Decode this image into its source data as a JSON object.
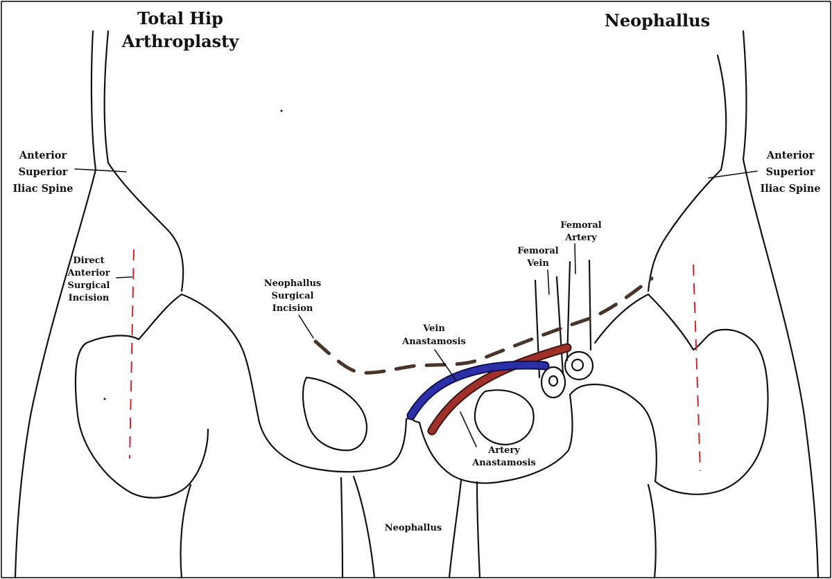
{
  "titles": {
    "left_line1": "Total Hip",
    "left_line2": "Arthroplasty",
    "right": "Neophallus"
  },
  "labels": {
    "asis_left": [
      "Anterior",
      "Superior",
      "Iliac Spine"
    ],
    "asis_right": [
      "Anterior",
      "Superior",
      "Iliac Spine"
    ],
    "direct_anterior": [
      "Direct",
      "Anterior",
      "Surgical",
      "Incision"
    ],
    "neophallus_incision": [
      "Neophallus",
      "Surgical",
      "Incision"
    ],
    "femoral_artery": [
      "Femoral",
      "Artery"
    ],
    "femoral_vein": [
      "Femoral",
      "Vein"
    ],
    "vein_anastamosis": [
      "Vein",
      "Anastamosis"
    ],
    "artery_anastamosis": [
      "Artery",
      "Anastamosis"
    ],
    "neophallus": "Neophallus"
  },
  "colors": {
    "artery": "#a0302a",
    "vein": "#2b2fa8",
    "thr_incision": "#c8252a",
    "neophallus_incision": "#4a3328"
  }
}
